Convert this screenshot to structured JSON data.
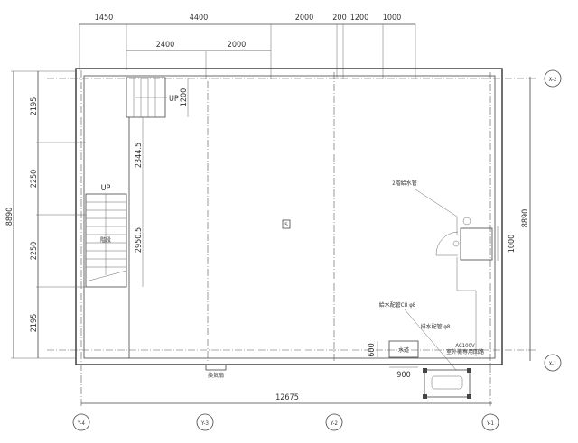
{
  "top_dimensions": [
    "1450",
    "4400",
    "2000",
    "200",
    "1200",
    "1000"
  ],
  "top_sub_dimensions": [
    "2400",
    "2000"
  ],
  "left_total": "8890",
  "left_dimensions": [
    "2195",
    "2250",
    "2250",
    "2195"
  ],
  "right_total": "8890",
  "door_width": "1000",
  "stair_dims": [
    "1200",
    "2344.5",
    "2950.5"
  ],
  "bottom_total": "12675",
  "grid_labels": {
    "x2": "X-2",
    "x1": "X-1",
    "y4": "Y-4",
    "y3": "Y-3",
    "y2": "Y-2",
    "y1": "Y-1"
  },
  "labels": {
    "up_upper": "UP",
    "up_lower": "UP",
    "stairs": "階段",
    "center_mark": "S",
    "vent_fan": "換気扇",
    "water": "水道",
    "water_pipe_2f": "2階給水管",
    "supply_pipe": "給水配管CU φ8",
    "drain_pipe": "排水配管 φ8",
    "power": "AC100V",
    "circuit": "室外機専用回路",
    "dim_600": "600",
    "dim_900": "900"
  }
}
